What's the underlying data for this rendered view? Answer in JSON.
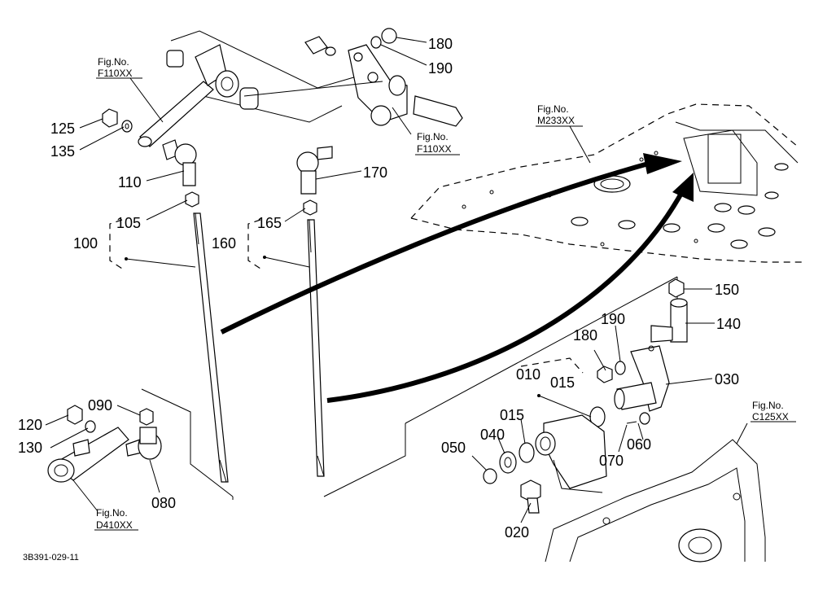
{
  "diagram_id": "3B391-029-11",
  "callouts": {
    "c180a": "180",
    "c190a": "190",
    "c125": "125",
    "c135": "135",
    "c110": "110",
    "c170": "170",
    "c105": "105",
    "c165": "165",
    "c100": "100",
    "c160": "160",
    "c150": "150",
    "c140": "140",
    "c180b": "180",
    "c190b": "190",
    "c010": "010",
    "c015a": "015",
    "c030": "030",
    "c015b": "015",
    "c040": "040",
    "c050": "050",
    "c070": "070",
    "c060": "060",
    "c020": "020",
    "c120": "120",
    "c090": "090",
    "c130": "130",
    "c080": "080"
  },
  "figure_refs": {
    "ref1": {
      "label": "Fig.No.",
      "code": "F110XX"
    },
    "ref2": {
      "label": "Fig.No.",
      "code": "F110XX"
    },
    "ref3": {
      "label": "Fig.No.",
      "code": "M233XX"
    },
    "ref4": {
      "label": "Fig.No.",
      "code": "C125XX"
    },
    "ref5": {
      "label": "Fig.No.",
      "code": "D410XX"
    }
  }
}
